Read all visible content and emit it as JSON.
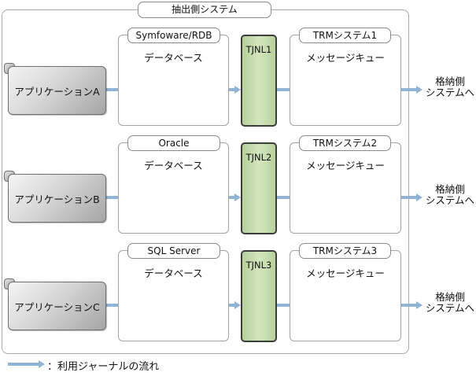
{
  "title": "抽出側システム",
  "rows": [
    {
      "application": "アプリケーションA",
      "database_product": "Symfoware/RDB",
      "database_label": "データベース",
      "journal": "TJNL1",
      "trm_system": "TRMシステム1",
      "queue_label": "メッセージキュー",
      "destination_line1": "格納側",
      "destination_line2": "システムへ"
    },
    {
      "application": "アプリケーションB",
      "database_product": "Oracle",
      "database_label": "データベース",
      "journal": "TJNL2",
      "trm_system": "TRMシステム2",
      "queue_label": "メッセージキュー",
      "destination_line1": "格納側",
      "destination_line2": "システムへ"
    },
    {
      "application": "アプリケーションC",
      "database_product": "SQL Server",
      "database_label": "データベース",
      "journal": "TJNL3",
      "trm_system": "TRMシステム3",
      "queue_label": "メッセージキュー",
      "destination_line1": "格納側",
      "destination_line2": "システムへ"
    }
  ],
  "legend": {
    "label": "：利用ジャーナルの流れ",
    "arrow_color": "#8fb4d6"
  },
  "colors": {
    "database": "#3f74a8",
    "queue": "#9a7aa8",
    "journal": "#c8e0b0",
    "arrow": "#8fb4d6"
  }
}
